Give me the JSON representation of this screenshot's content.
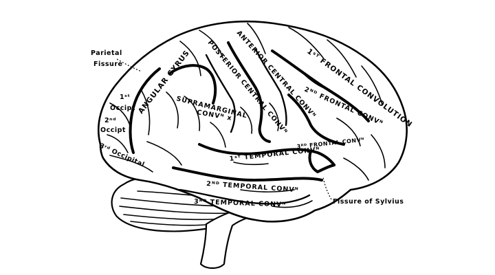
{
  "labels": {
    "parietal_fissure_line1": "Parietal",
    "parietal_fissure_line2": "Fissure",
    "angular_gyrus": "ANGULAR GYRUS",
    "supramarginal_line1": "SUPRAMARGINAL",
    "supramarginal_line2": "CONVᴺ x",
    "posterior_central": "POSTERIOR CENTRAL CONVᴺ",
    "anterior_central": "ANTERIOR CENTRAL CONVᴺ",
    "frontal_1st": "1ˢᵀ FRONTAL CONVOLUTION",
    "frontal_2nd": "2ᴺᴰ FRONTAL CONVᴺ",
    "frontal_3rd": "3ᴿᴰ FRONTAL CONVᴺ",
    "temporal_1st": "1ˢᵀ TEMPORAL CONVᴺ",
    "temporal_2nd": "2ᴺᴰ TEMPORAL CONVᴺ",
    "temporal_3rd": "3ᴿᴰ TEMPORAL CONVᴺ",
    "occipital_1st_line1": "1ˢᵗ",
    "occipital_1st_line2": "Occipt",
    "occipital_2nd_line1": "2ⁿᵈ",
    "occipital_2nd_line2": "Occipt",
    "occipital_3rd": "3ʳᵈ Occipital",
    "fissure_of_sylvius": "Fissure of Sylvius"
  }
}
